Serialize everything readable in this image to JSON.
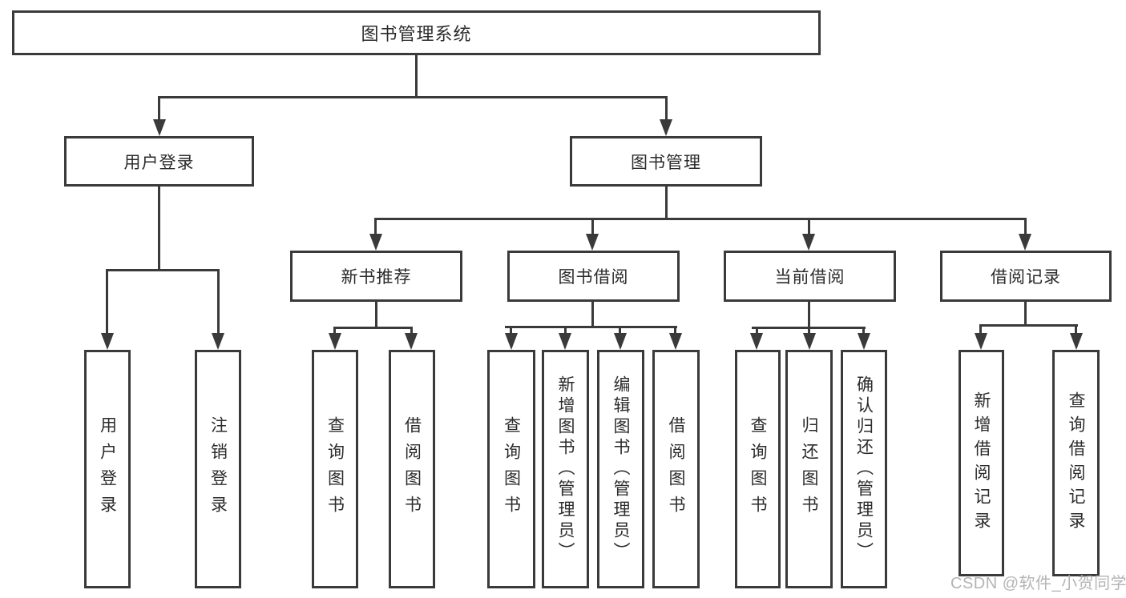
{
  "diagram": {
    "type": "hierarchy-diagram",
    "title": "图书管理系统",
    "colors": {
      "line": "#3a3a3a",
      "box_border": "#3a3a3a",
      "text": "#2b2b2b",
      "background": "#ffffff",
      "watermark": "#b4b4b4"
    },
    "watermark": "CSDN @软件_小贺同学",
    "nodes": {
      "root": "图书管理系统",
      "user_login": "用户登录",
      "book_mgmt": "图书管理",
      "new_book_rec": "新书推荐",
      "book_borrow": "图书借阅",
      "current_borrow": "当前借阅",
      "borrow_record": "借阅记录",
      "leaves": {
        "user_login": "用户登录",
        "logout": "注销登录",
        "nbr_query_book": "查询图书",
        "nbr_borrow_book": "借阅图书",
        "bb_query_book": "查询图书",
        "bb_add_book": "新增图书（管理员）",
        "bb_edit_book": "编辑图书（管理员）",
        "bb_borrow_book": "借阅图书",
        "cb_query_book": "查询图书",
        "cb_return_book": "归还图书",
        "cb_confirm_return": "确认归还（管理员）",
        "br_add_record": "新增借阅记录",
        "br_query_record": "查询借阅记录"
      }
    },
    "edges": [
      "图书管理系统→用户登录",
      "图书管理系统→图书管理",
      "用户登录→用户登录(叶)",
      "用户登录→注销登录",
      "图书管理→新书推荐",
      "图书管理→图书借阅",
      "图书管理→当前借阅",
      "图书管理→借阅记录",
      "新书推荐→查询图书",
      "新书推荐→借阅图书",
      "图书借阅→查询图书",
      "图书借阅→新增图书（管理员）",
      "图书借阅→编辑图书（管理员）",
      "图书借阅→借阅图书",
      "当前借阅→查询图书",
      "当前借阅→归还图书",
      "当前借阅→确认归还（管理员）",
      "借阅记录→新增借阅记录",
      "借阅记录→查询借阅记录"
    ]
  }
}
